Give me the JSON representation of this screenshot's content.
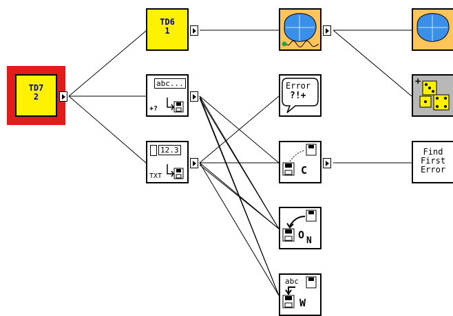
{
  "nodes": {
    "td7": {
      "line1": "TD7",
      "line2": "2"
    },
    "td6": {
      "line1": "TD6",
      "line2": "1"
    },
    "string_to_file": {
      "text": "abc...",
      "sub": "+?"
    },
    "number_to_file": {
      "text": "12.3",
      "sub": "TXT"
    },
    "error_dialog": {
      "line1": "Error",
      "line2": "?!+"
    },
    "close_file": {
      "letter": "C"
    },
    "open_file": {
      "letter": "O",
      "sub": "N"
    },
    "write_file": {
      "text": "abc",
      "letter": "W"
    },
    "find_first_error": {
      "line1": "Find",
      "line2": "First",
      "line3": "Error"
    }
  },
  "colors": {
    "selection_border": "#e21b1b",
    "subvi_fill": "#fff200",
    "wave_fill": "#ffc55a",
    "blob_fill": "#3a8fe8",
    "random_fill": "#b8b8b8",
    "wire": "#000000"
  }
}
